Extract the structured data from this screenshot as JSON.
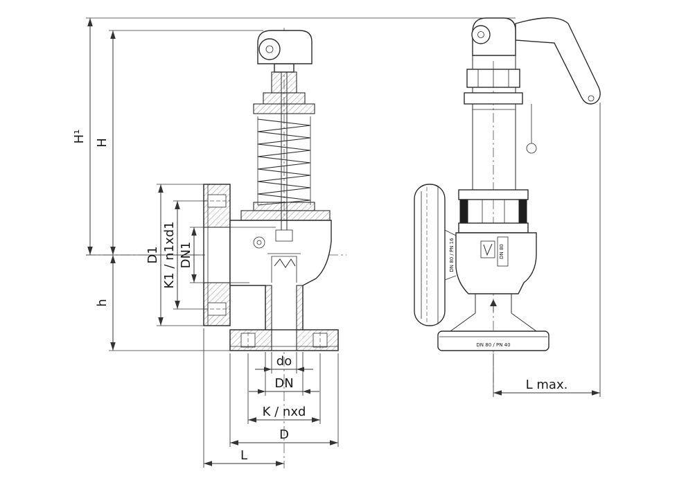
{
  "drawing": {
    "dimension_labels": {
      "h1": "H¹",
      "h": "H",
      "d1": "D1",
      "k1_n1xd1": "K1 / n1xd1",
      "dn1": "DN1",
      "h_lower": "h",
      "do": "do",
      "dn": "DN",
      "k_nxd": "K / nxd",
      "d": "D",
      "l": "L",
      "l_max": "L max."
    },
    "part_markings": {
      "inlet_flange": "DN 80 / PN 16",
      "body_plate": "DN 80",
      "outlet_flange": "DN 80 / PN 40"
    },
    "colors": {
      "line": "#2b2b2b",
      "dimension": "#333333",
      "background": "#ffffff"
    }
  }
}
